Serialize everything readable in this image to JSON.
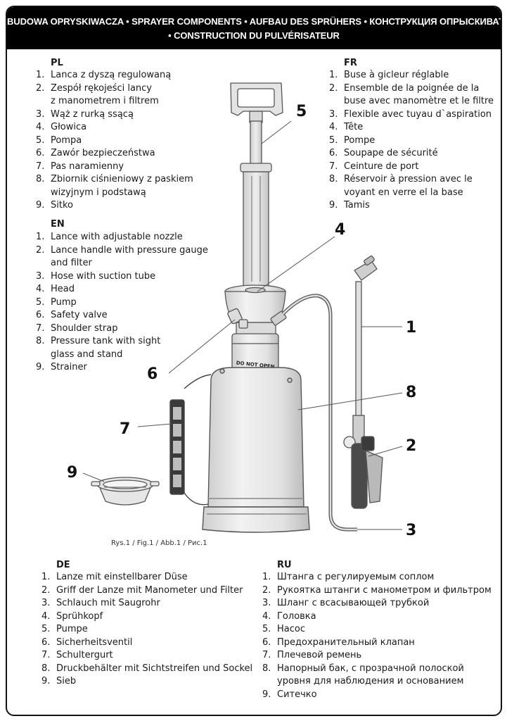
{
  "header": {
    "line1": "BUDOWA OPRYSKIWACZA • SPRAYER COMPONENTS • AUFBAU DES SPRÜHERS • КОНСТРУКЦИЯ ОПРЫСКИВАТЕЛЯ",
    "line2": "• CONSTRUCTION  DU PULVÉRISATEUR"
  },
  "pl": {
    "code": "PL",
    "items": [
      {
        "n": "1.",
        "lines": [
          "Lanca z dyszą regulowaną"
        ]
      },
      {
        "n": "2.",
        "lines": [
          "Zespół rękojeści lancy",
          "z manometrem i filtrem"
        ]
      },
      {
        "n": "3.",
        "lines": [
          "Wąż z rurką ssącą"
        ]
      },
      {
        "n": "4.",
        "lines": [
          "Głowica"
        ]
      },
      {
        "n": "5.",
        "lines": [
          "Pompa"
        ]
      },
      {
        "n": "6.",
        "lines": [
          "Zawór bezpieczeństwa"
        ]
      },
      {
        "n": "7.",
        "lines": [
          "Pas naramienny"
        ]
      },
      {
        "n": "8.",
        "lines": [
          "Zbiornik ciśnieniowy z paskiem",
          "wizyjnym i podstawą"
        ]
      },
      {
        "n": "9.",
        "lines": [
          "Sitko"
        ]
      }
    ]
  },
  "en": {
    "code": "EN",
    "items": [
      {
        "n": "1.",
        "lines": [
          "Lance with adjustable nozzle"
        ]
      },
      {
        "n": "2.",
        "lines": [
          "Lance handle with pressure gauge",
          "and filter"
        ]
      },
      {
        "n": "3.",
        "lines": [
          "Hose with suction tube"
        ]
      },
      {
        "n": "4.",
        "lines": [
          "Head"
        ]
      },
      {
        "n": "5.",
        "lines": [
          "Pump"
        ]
      },
      {
        "n": "6.",
        "lines": [
          "Safety valve"
        ]
      },
      {
        "n": "7.",
        "lines": [
          "Shoulder strap"
        ]
      },
      {
        "n": "8.",
        "lines": [
          "Pressure tank with sight",
          "glass and stand"
        ]
      },
      {
        "n": "9.",
        "lines": [
          "Strainer"
        ]
      }
    ]
  },
  "fr": {
    "code": "FR",
    "items": [
      {
        "n": "1.",
        "lines": [
          "Buse à gicleur réglable"
        ]
      },
      {
        "n": "2.",
        "lines": [
          "Ensemble de la poignée de la",
          "buse avec manomètre et le filtre"
        ]
      },
      {
        "n": "3.",
        "lines": [
          "Flexible avec tuyau d`aspiration"
        ]
      },
      {
        "n": "4.",
        "lines": [
          "Tête"
        ]
      },
      {
        "n": "5.",
        "lines": [
          "Pompe"
        ]
      },
      {
        "n": "6.",
        "lines": [
          "Soupape de sécurité"
        ]
      },
      {
        "n": "7.",
        "lines": [
          "Ceinture de port"
        ]
      },
      {
        "n": "8.",
        "lines": [
          "Réservoir à pression avec le",
          "voyant en verre el la base"
        ]
      },
      {
        "n": "9.",
        "lines": [
          "Tamis"
        ]
      }
    ]
  },
  "de": {
    "code": "DE",
    "items": [
      {
        "n": "1.",
        "lines": [
          "Lanze mit einstellbarer Düse"
        ]
      },
      {
        "n": "2.",
        "lines": [
          "Griff der Lanze mit Manometer und Filter"
        ]
      },
      {
        "n": "3.",
        "lines": [
          "Schlauch mit Saugrohr"
        ]
      },
      {
        "n": "4.",
        "lines": [
          "Sprühkopf"
        ]
      },
      {
        "n": "5.",
        "lines": [
          "Pumpe"
        ]
      },
      {
        "n": "6.",
        "lines": [
          "Sicherheitsventil"
        ]
      },
      {
        "n": "7.",
        "lines": [
          "Schultergurt"
        ]
      },
      {
        "n": "8.",
        "lines": [
          "Druckbehälter mit Sichtstreifen und Sockel"
        ]
      },
      {
        "n": "9.",
        "lines": [
          "Sieb"
        ]
      }
    ]
  },
  "ru": {
    "code": "RU",
    "items": [
      {
        "n": "1.",
        "lines": [
          "Штанга с регулируемым соплом"
        ]
      },
      {
        "n": "2.",
        "lines": [
          "Рукоятка штанги с манометром и фильтром"
        ]
      },
      {
        "n": "3.",
        "lines": [
          "Шланг с всасывающей трубкой"
        ]
      },
      {
        "n": "4.",
        "lines": [
          "Головка"
        ]
      },
      {
        "n": "5.",
        "lines": [
          "Насос"
        ]
      },
      {
        "n": "6.",
        "lines": [
          "Предохранительный клапан"
        ]
      },
      {
        "n": "7.",
        "lines": [
          "Плечевой ремень"
        ]
      },
      {
        "n": "8.",
        "lines": [
          "Напорный бак, с прозрачной полоской",
          "уровня для наблюдения и основанием"
        ]
      },
      {
        "n": "9.",
        "lines": [
          "Ситечко"
        ]
      }
    ]
  },
  "figure": {
    "caption": "Rys.1 / Fig.1 / Abb.1 / Рис.1",
    "tank_label": "DO NOT OPEN",
    "callouts": [
      "1",
      "2",
      "3",
      "4",
      "5",
      "6",
      "7",
      "8",
      "9"
    ]
  },
  "colors": {
    "header_bg": "#000000",
    "header_text": "#ffffff",
    "part_fill": "#e6e6e6",
    "outline": "#555555"
  }
}
